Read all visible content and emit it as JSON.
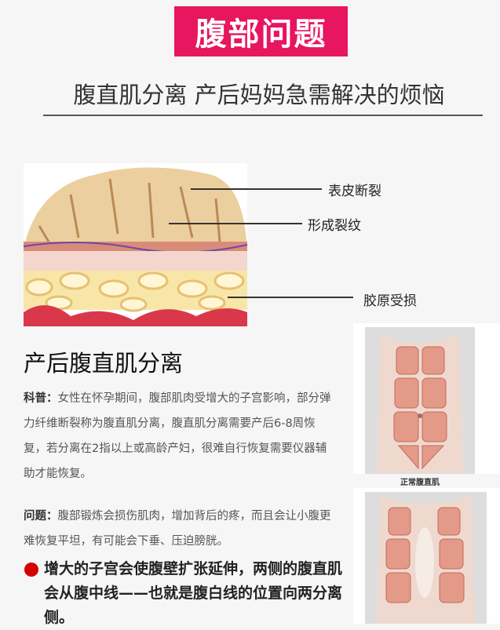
{
  "title": "腹部问题",
  "subtitle": "腹直肌分离 产后妈妈急需解决的烦恼",
  "diagram_labels": {
    "epidermis": "表皮断裂",
    "stretch_marks": "形成裂纹",
    "collagen": "胶原受损"
  },
  "heading": "产后腹直肌分离",
  "science": {
    "label": "科普：",
    "text": "女性在怀孕期间，腹部肌肉受增大的子宫影响，部分弹力纤维断裂称为腹直肌分离，腹直肌分离需要产后6-8周恢复，若分离在2指以上或高龄产妇，很难自行恢复需要仪器辅助才能恢复。"
  },
  "problem": {
    "label": "问题：",
    "text": "腹部锻炼会损伤肌肉，增加背后的疼，而且会让小腹更难恢复平坦，有可能会下垂、压迫膀胱。"
  },
  "bullet": "增大的子宫会使腹壁扩张延伸，两侧的腹直肌会从腹中线——也就是腹白线的位置向两分离侧。",
  "normal_caption": "正常腹直肌",
  "colors": {
    "accent": "#e8155f",
    "bullet": "#d40000"
  }
}
